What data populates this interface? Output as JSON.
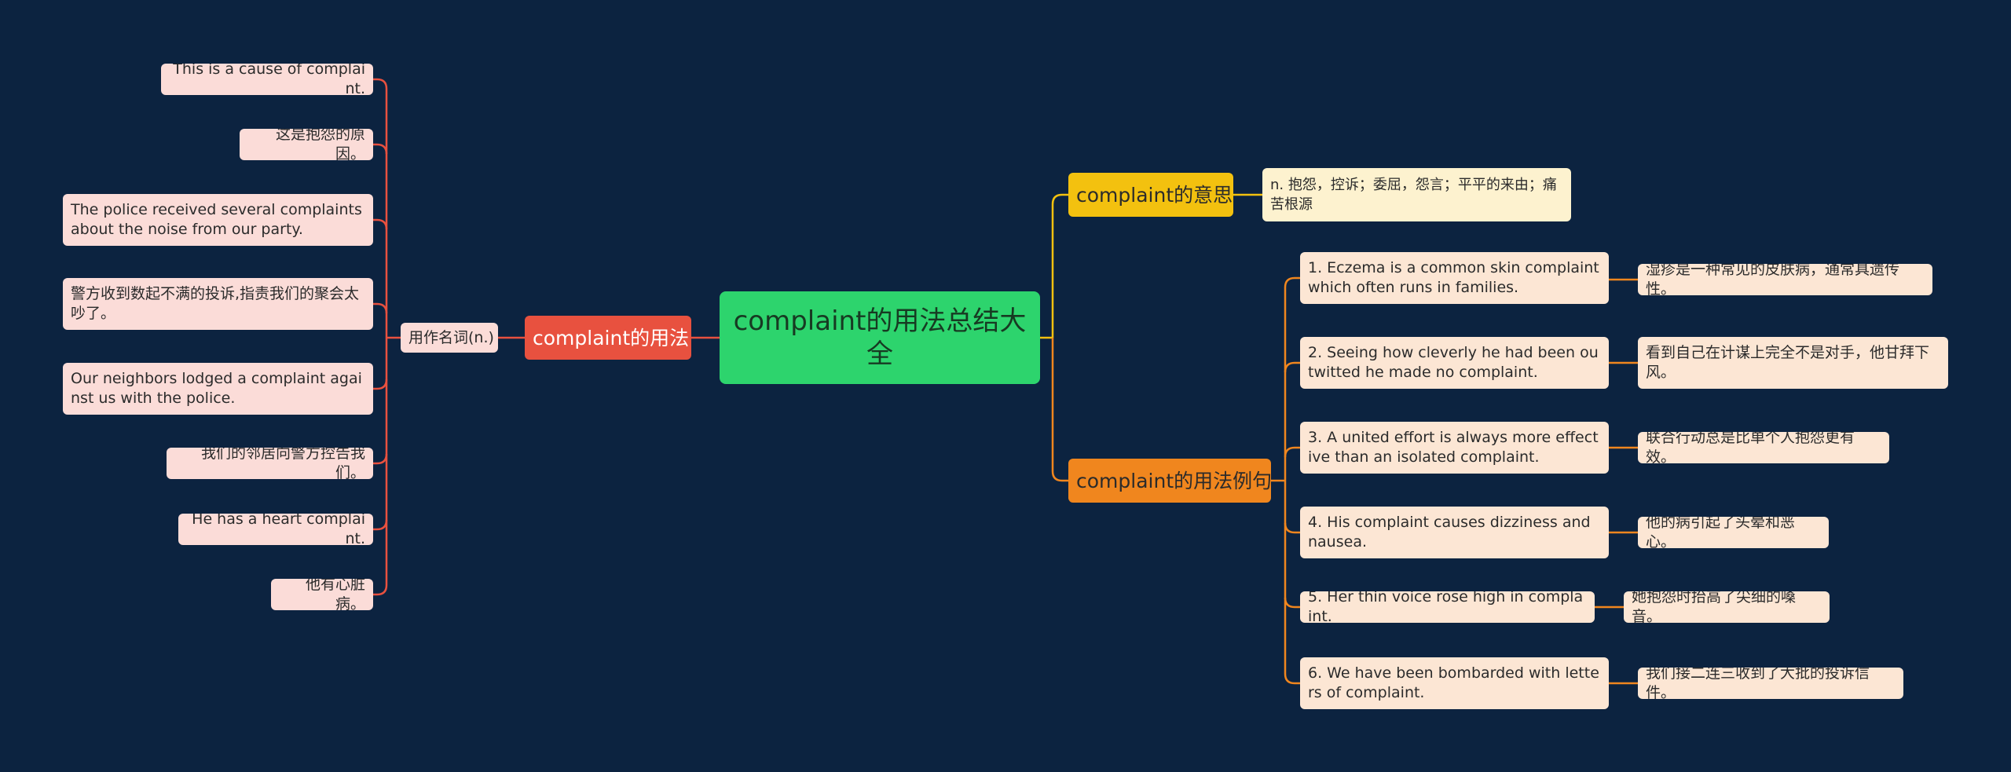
{
  "root": {
    "title": "complaint的用法总结大全"
  },
  "left_branch": {
    "label": "complaint的用法",
    "sub_label": "用作名词(n.)",
    "items": [
      "This is a cause of complaint.",
      "这是抱怨的原因。",
      "The police received several complaints about the noise from our party.",
      "警方收到数起不满的投诉,指责我们的聚会太吵了。",
      "Our neighbors lodged a complaint against us with the police.",
      "我们的邻居向警方控告我们。",
      "He has a heart complaint.",
      "他有心脏病。"
    ]
  },
  "meaning_branch": {
    "label": "complaint的意思",
    "text": "n. 抱怨，控诉；委屈，怨言；平平的来由；痛苦根源"
  },
  "examples_branch": {
    "label": "complaint的用法例句",
    "items": [
      {
        "en": "1. Eczema is a common skin complaint which often runs in families.",
        "zh": "湿疹是一种常见的皮肤病，通常具遗传性。"
      },
      {
        "en": "2. Seeing how cleverly he had been outwitted he made no complaint.",
        "zh": "看到自己在计谋上完全不是对手，他甘拜下风。"
      },
      {
        "en": "3. A united effort is always more effective than an isolated complaint.",
        "zh": "联合行动总是比单个人抱怨更有效。"
      },
      {
        "en": "4. His complaint causes dizziness and nausea.",
        "zh": "他的病引起了头晕和恶心。"
      },
      {
        "en": "5. Her thin voice rose high in complaint.",
        "zh": "她抱怨时抬高了尖细的嗓音。"
      },
      {
        "en": "6. We have been bombarded with letters of complaint.",
        "zh": "我们接二连三收到了大批的投诉信件。"
      }
    ]
  },
  "colors": {
    "background": "#0c2340",
    "root": "#2dd46d",
    "left_branch": "#e8513f",
    "meaning_branch": "#f3c10f",
    "examples_branch": "#f0861e"
  }
}
